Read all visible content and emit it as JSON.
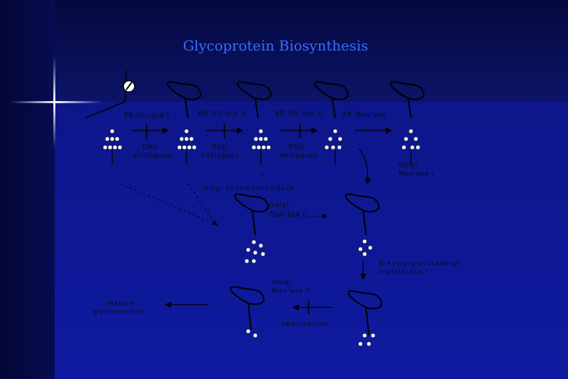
{
  "title": "Glycoprotein Biosynthesis",
  "labels": {
    "er_glc_1": "ER Glc'ase I",
    "er_glc_2a": "ER Glc'ase II",
    "er_glc_2b": "ER Glc'ase II",
    "er_man": "ER Man'ase",
    "inh1_line1": "DNJ/",
    "inh1_line2": "analogues",
    "inh2_line1": "DNJ/",
    "inh2_line2": "analogues",
    "inh3_line1": "DNJ/",
    "inh3_line2": "analogues",
    "golgi_man_1_line1": "Golgi",
    "golgi_man_1_line2": "Man'ase I",
    "golgi_endo": "Golgi endomannosidase",
    "golgi_man_1b_line1": "Golgi",
    "golgi_man_1b_line2": "Man'ase I",
    "glcnac_line1": "N-Acetylglucosaminyl-",
    "glcnac_line2": "transferase I",
    "golgi_man_2_line1": "Golgi",
    "golgi_man_2_line2": "Man'ase II",
    "swainsonine": "swainsonine",
    "product_line1": "mature",
    "product_line2": "glycoproteins"
  }
}
